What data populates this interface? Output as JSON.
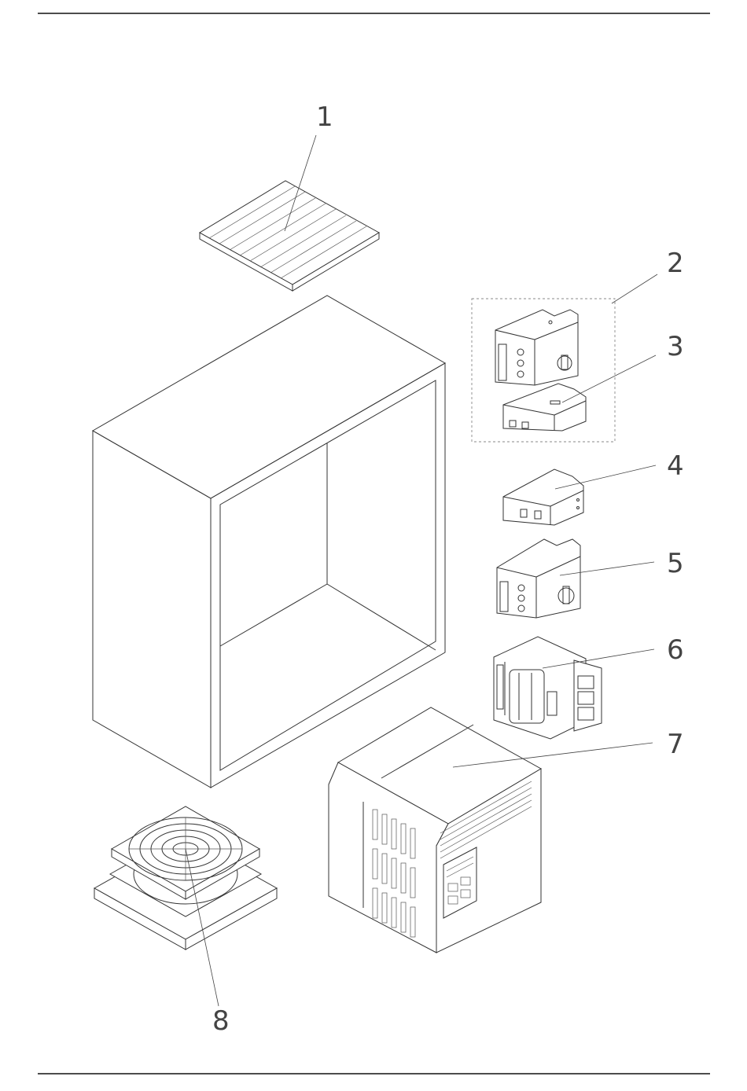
{
  "callouts": [
    {
      "id": "1",
      "label": "1"
    },
    {
      "id": "2",
      "label": "2"
    },
    {
      "id": "3",
      "label": "3"
    },
    {
      "id": "4",
      "label": "4"
    },
    {
      "id": "5",
      "label": "5"
    },
    {
      "id": "6",
      "label": "6"
    },
    {
      "id": "7",
      "label": "7"
    },
    {
      "id": "8",
      "label": "8"
    }
  ],
  "colors": {
    "line": "#333333",
    "paper": "#ffffff"
  }
}
